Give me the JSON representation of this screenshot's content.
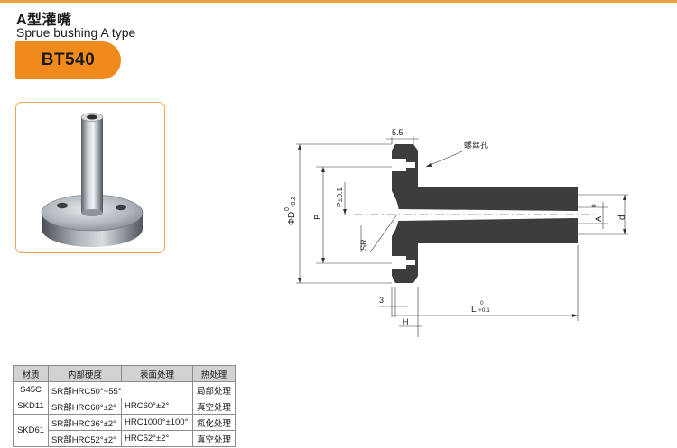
{
  "header": {
    "title_cn": "A型灌嘴",
    "title_en": "Sprue bushing A type",
    "model": "BT540"
  },
  "drawing": {
    "dim_top": "5.5",
    "screw_hole": "螺丝孔",
    "dim_d_outer": "ΦD",
    "dim_d_outer_tol_upper": "0",
    "dim_d_outer_tol_lower": "-0.2",
    "dim_b": "B",
    "dim_p": "P±0.1",
    "dim_sr": "SR",
    "dim_a": "A",
    "dim_a_tol": "0",
    "dim_d_small": "d",
    "dim_3": "3",
    "dim_h": "H",
    "dim_l": "L",
    "dim_l_tol_upper": "0",
    "dim_l_tol_lower": "+0.1"
  },
  "table": {
    "headers": [
      "材质",
      "内部硬度",
      "表面处理",
      "热处理"
    ],
    "rows": [
      {
        "material": "S45C",
        "inner": "SR部HRC50°~55°",
        "surface": "",
        "heat": "局部处理"
      },
      {
        "material": "SKD11",
        "inner": "SR部HRC60°±2°",
        "surface": "HRC60°±2°",
        "heat": "真空处理"
      },
      {
        "material": "SKD61",
        "inner": "SR部HRC36°±2°",
        "surface": "HRC1000°±100°",
        "heat": "氮化处理"
      },
      {
        "material": "",
        "inner": "SR部HRC52°±2°",
        "surface": "HRC52°±2°",
        "heat": "真空处理"
      }
    ]
  },
  "colors": {
    "accent": "#f08a1c",
    "top_bar": "#e8a33c",
    "photo_border": "#f0a655",
    "part_dark": "#3d3d3d",
    "table_header": "#d2d2d2"
  }
}
